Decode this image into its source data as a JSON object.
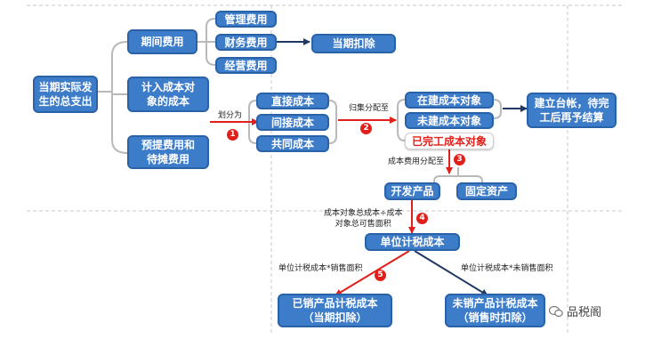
{
  "nodes": {
    "total_expenditure": "当期实际发\n生的总支出",
    "period_expense": "期间费用",
    "admin_expense": "管理费用",
    "finance_expense": "财务费用",
    "operating_expense": "经营费用",
    "current_deduction": "当期扣除",
    "cost_object_included": "计入成本对\n象的成本",
    "accrued_expense": "预提费用和\n待摊费用",
    "direct_cost": "直接成本",
    "indirect_cost": "间接成本",
    "common_cost": "共同成本",
    "in_construction": "在建成本对象",
    "not_constructed": "未建成本对象",
    "completed": "已完工成本对象",
    "ledger": "建立台帐，待完\n工后再予结算",
    "development_product": "开发产品",
    "fixed_assets": "固定资产",
    "unit_tax_cost": "单位计税成本",
    "sold_tax_cost": "已销产品计税成本\n（当期扣除）",
    "unsold_tax_cost": "未销产品计税成本\n（销售时扣除）"
  },
  "labels": {
    "divide_into": "划分为",
    "aggregate_allocate": "归集分配至",
    "cost_allocation": "成本费用分配至",
    "formula": "成本对象总成本÷成本\n对象总可售面积",
    "sold_formula": "单位计税成本*销售面积",
    "unsold_formula": "单位计税成本*未销售面积"
  },
  "steps": [
    "1",
    "2",
    "3",
    "4",
    "5"
  ],
  "watermark": "品税阁",
  "colors": {
    "node_fill": "#3d7cc9",
    "arrow_red": "#e0201a",
    "arrow_dark": "#1f3864",
    "line_gray": "#b9b9b9"
  }
}
